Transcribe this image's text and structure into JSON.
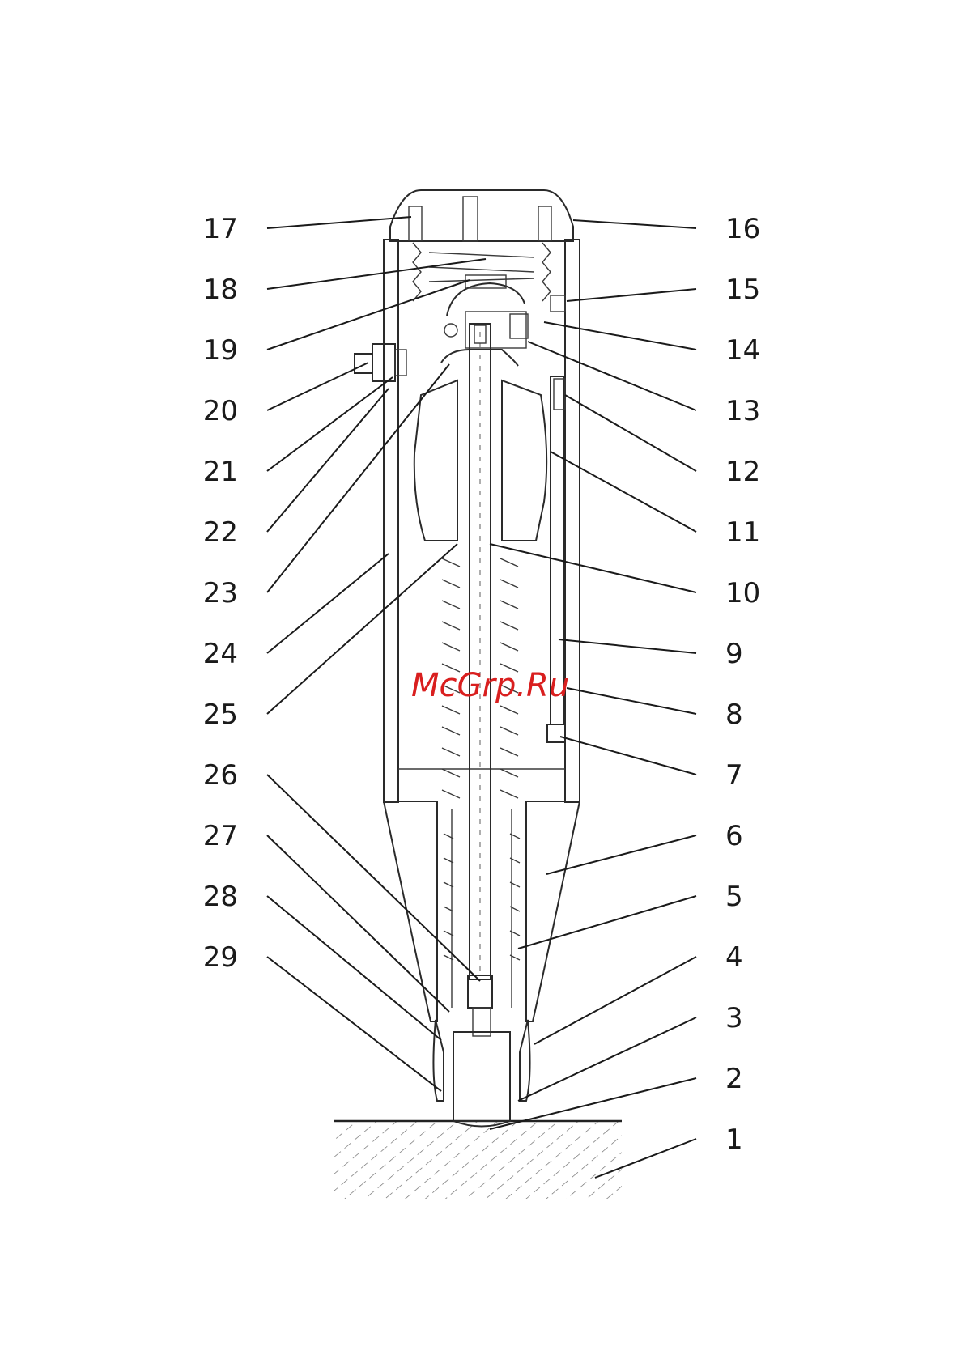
{
  "watermark": "McGrp.Ru",
  "callouts_left": [
    "17",
    "18",
    "19",
    "20",
    "21",
    "22",
    "23",
    "24",
    "25",
    "26",
    "27",
    "28",
    "29"
  ],
  "callouts_right": [
    "16",
    "15",
    "14",
    "13",
    "12",
    "11",
    "10",
    "9",
    "8",
    "7",
    "6",
    "5",
    "4",
    "3",
    "2",
    "1"
  ]
}
